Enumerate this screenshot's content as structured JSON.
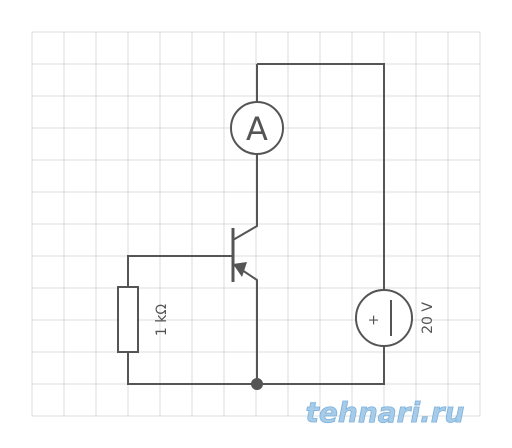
{
  "diagram": {
    "ammeter_symbol": "A",
    "resistor_label": "1 kΩ",
    "source_label": "20 V",
    "source_plus": "+",
    "source_minus": "−"
  },
  "watermark": {
    "text": "tehnari.ru"
  },
  "colors": {
    "wire": "#555555",
    "grid": "#dcdcdc",
    "watermark": "#9ec7e8"
  }
}
